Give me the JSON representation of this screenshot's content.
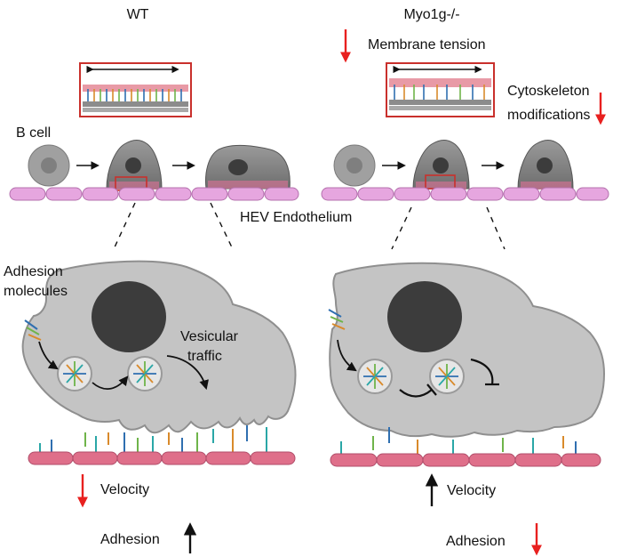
{
  "panels": {
    "wt": {
      "title": "WT",
      "velocity": "Velocity",
      "adhesion": "Adhesion"
    },
    "ko": {
      "title": "Myo1g-/-",
      "velocity": "Velocity",
      "adhesion": "Adhesion"
    }
  },
  "labels": {
    "membrane_tension": "Membrane tension",
    "cytoskeleton_1": "Cytoskeleton",
    "cytoskeleton_2": "modifications",
    "b_cell": "B cell",
    "hev_endothelium": "HEV Endothelium",
    "adhesion_molecules_1": "Adhesion",
    "adhesion_molecules_2": "molecules",
    "vesicular_1": "Vesicular",
    "vesicular_2": "traffic"
  },
  "colors": {
    "decrease_arrow": "#e8201f",
    "increase_arrow": "#111111",
    "cell_fill": "#bdbdbd",
    "nucleus": "#3c3c3c",
    "endothelium_top": "#e6a6df",
    "endothelium_bottom": "#df6f8a",
    "inset_border": "#c9302c"
  },
  "indicators": {
    "wt_velocity": "down",
    "wt_adhesion": "up",
    "ko_velocity": "up",
    "ko_adhesion": "down",
    "ko_membrane_tension": "down",
    "ko_cytoskeleton": "down"
  }
}
